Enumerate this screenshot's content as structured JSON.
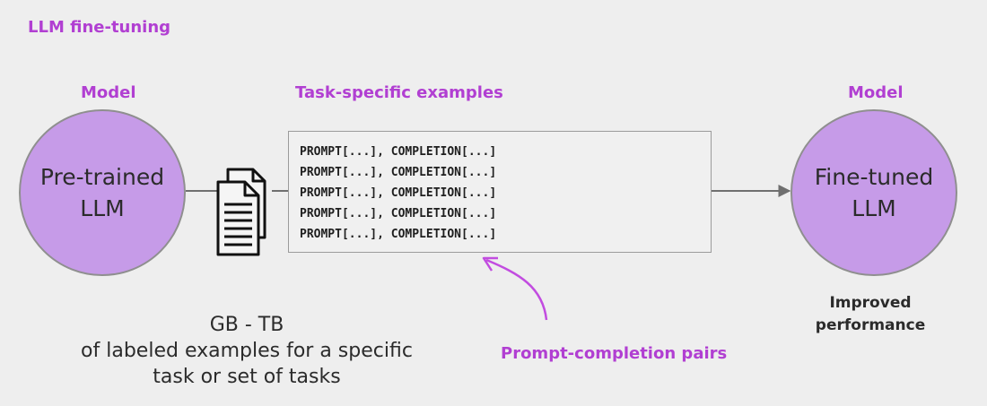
{
  "title": "LLM fine-tuning",
  "left_model": {
    "label": "Model",
    "circle_line1": "Pre-trained",
    "circle_line2": "LLM"
  },
  "right_model": {
    "label": "Model",
    "circle_line1": "Fine-tuned",
    "circle_line2": "LLM"
  },
  "examples": {
    "label": "Task-specific examples",
    "lines": [
      "PROMPT[...], COMPLETION[...]",
      "PROMPT[...], COMPLETION[...]",
      "PROMPT[...], COMPLETION[...]",
      "PROMPT[...], COMPLETION[...]",
      "PROMPT[...], COMPLETION[...]"
    ]
  },
  "dataset_note": {
    "line1": "GB - TB",
    "line2": "of labeled examples for a specific",
    "line3": "task or set of tasks"
  },
  "pairs_label": "Prompt-completion pairs",
  "result_note": {
    "line1": "Improved",
    "line2": "performance"
  },
  "icons": {
    "documents": "documents-icon"
  },
  "colors": {
    "accent": "#b13fd2",
    "circle_fill": "#c69be8",
    "background": "#eeeeee"
  }
}
